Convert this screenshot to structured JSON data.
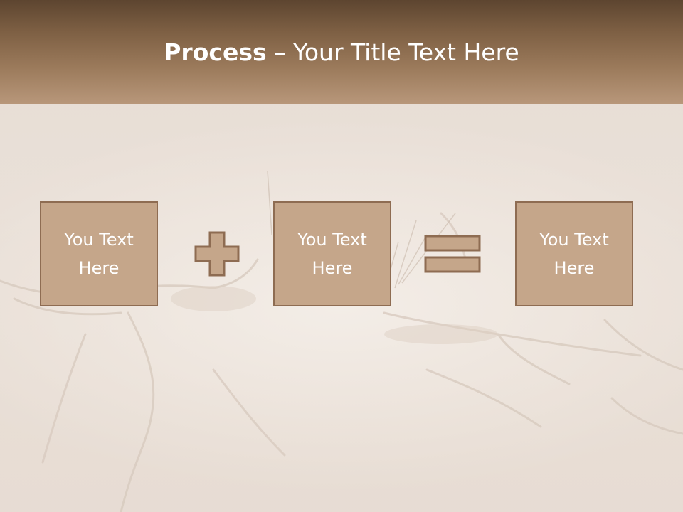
{
  "slide": {
    "title_bold": "Process",
    "title_rest": " – Your Title Text Here"
  },
  "process": {
    "steps": [
      {
        "line1": "You Text",
        "line2": "Here"
      },
      {
        "line1": "You Text",
        "line2": "Here"
      },
      {
        "line1": "You Text",
        "line2": "Here"
      }
    ],
    "operator_1": "plus-icon",
    "operator_2": "equals-icon"
  },
  "colors": {
    "header_dark": "#5d4530",
    "header_light": "#b8977a",
    "box_fill": "#c5a68a",
    "box_border": "#8e6c52",
    "text": "#ffffff"
  }
}
